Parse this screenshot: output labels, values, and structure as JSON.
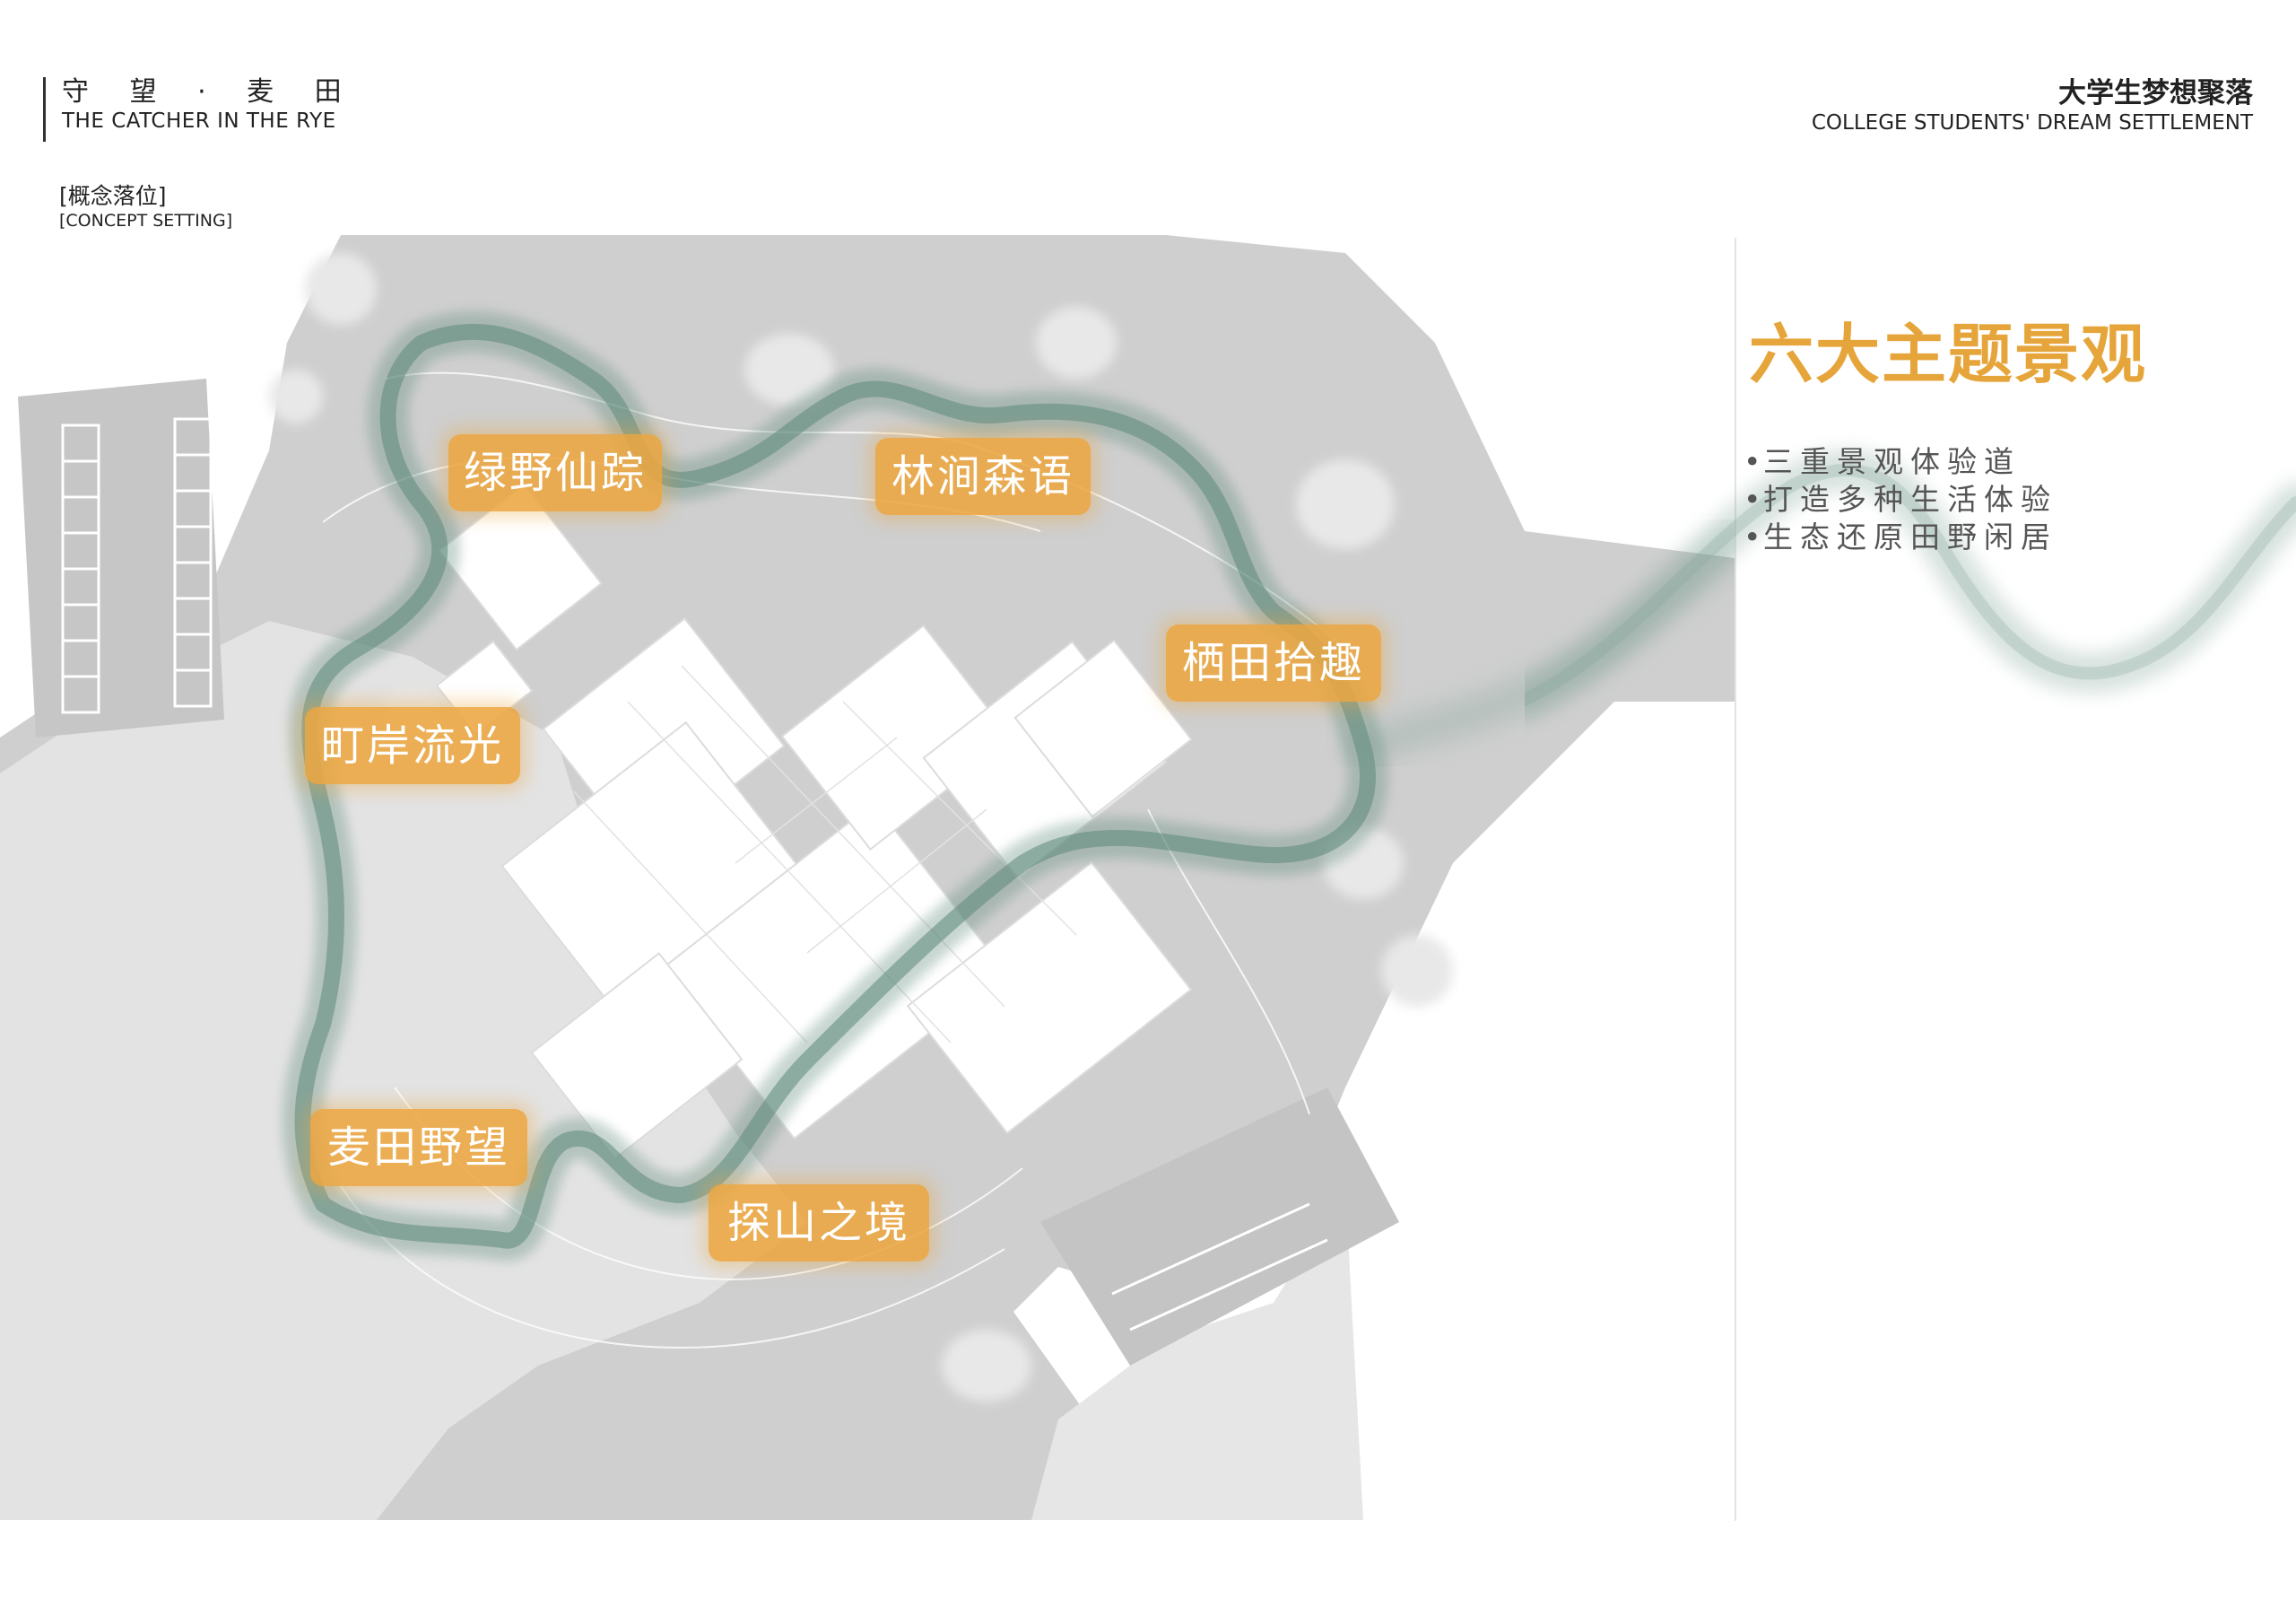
{
  "header": {
    "left_title": "守 望 · 麦 田",
    "left_subtitle": "THE CATCHER IN THE RYE",
    "right_title": "大学生梦想聚落",
    "right_subtitle": "COLLEGE STUDENTS' DREAM SETTLEMENT"
  },
  "section": {
    "title": "[概念落位]",
    "subtitle": "[CONCEPT SETTING]"
  },
  "panel": {
    "title": "六大主题景观",
    "bullets": [
      "三重景观体验道",
      "打造多种生活体验",
      "生态还原田野闲居"
    ]
  },
  "map": {
    "labels": [
      "绿野仙踪",
      "林涧森语",
      "栖田拾趣",
      "町岸流光",
      "麦田野望",
      "探山之境"
    ]
  },
  "colors": {
    "accent": "#e6a53a",
    "tag_fill": "#eca640",
    "path_green": "#5f8a7a",
    "ground_gray": "#cfcfcf",
    "lawn_gray": "#e4e4e4",
    "building_white": "#ffffff"
  }
}
